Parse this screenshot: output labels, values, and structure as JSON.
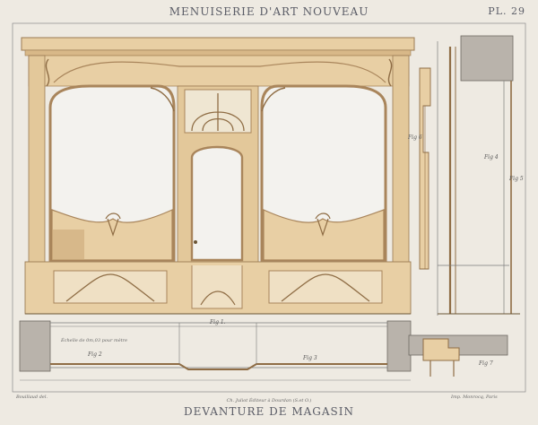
{
  "header": {
    "series_title": "MENUISERIE D'ART NOUVEAU",
    "plate_number": "PL. 29"
  },
  "footer": {
    "plate_title": "DEVANTURE DE MAGASIN",
    "publisher": "Ch. Juliot Éditeur à Dourdan (S.et O.)",
    "draftsman": "Bouillaud del.",
    "printer": "Imp. Monrocq, Paris"
  },
  "scale_note": "Échelle de 0m,03 pour mètre",
  "figures": [
    "Fig 1.",
    "Fig 2",
    "Fig 3",
    "Fig 4",
    "Fig 5",
    "Fig 6",
    "Fig 7"
  ],
  "colors": {
    "paper": "#eeeae2",
    "wood": "#e8cfa4",
    "wood_dark": "#a9855b",
    "glass": "#f3f2ee",
    "ink": "#5a5c66",
    "stone": "#b9b3ab"
  }
}
